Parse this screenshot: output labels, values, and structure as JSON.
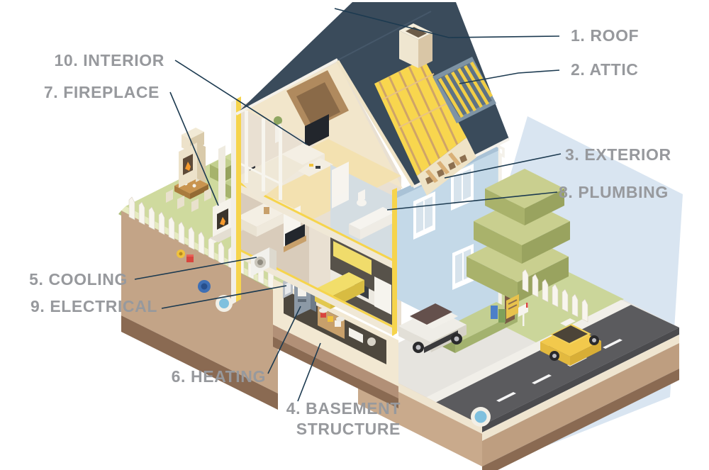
{
  "diagram": {
    "callouts": {
      "roof": {
        "text": "1. ROOF"
      },
      "attic": {
        "text": "2. ATTIC"
      },
      "exterior": {
        "text": "3. EXTERIOR"
      },
      "basement": {
        "line1": "4. BASEMENT",
        "line2": "STRUCTURE"
      },
      "cooling": {
        "text": "5. COOLING"
      },
      "heating": {
        "text": "6. HEATING"
      },
      "fireplace": {
        "text": "7. FIREPLACE"
      },
      "plumbing": {
        "text": "8. PLUMBING"
      },
      "electrical": {
        "text": "9. ELECTRICAL"
      },
      "interior": {
        "text": "10. INTERIOR"
      }
    },
    "colors": {
      "label_text": "#97999D",
      "leader_line": "#1C3A50",
      "roof": "#3A4B5B",
      "exterior_wall": "#C4D9E8",
      "insulation_yellow": "#F6D44C",
      "lawn": "#CFDA9E",
      "earth": "#C3A487",
      "road": "#5B5B5E",
      "shadow": "#D9E5F1",
      "tree": "#C9CF8F",
      "taxi": "#F2C94C"
    }
  }
}
